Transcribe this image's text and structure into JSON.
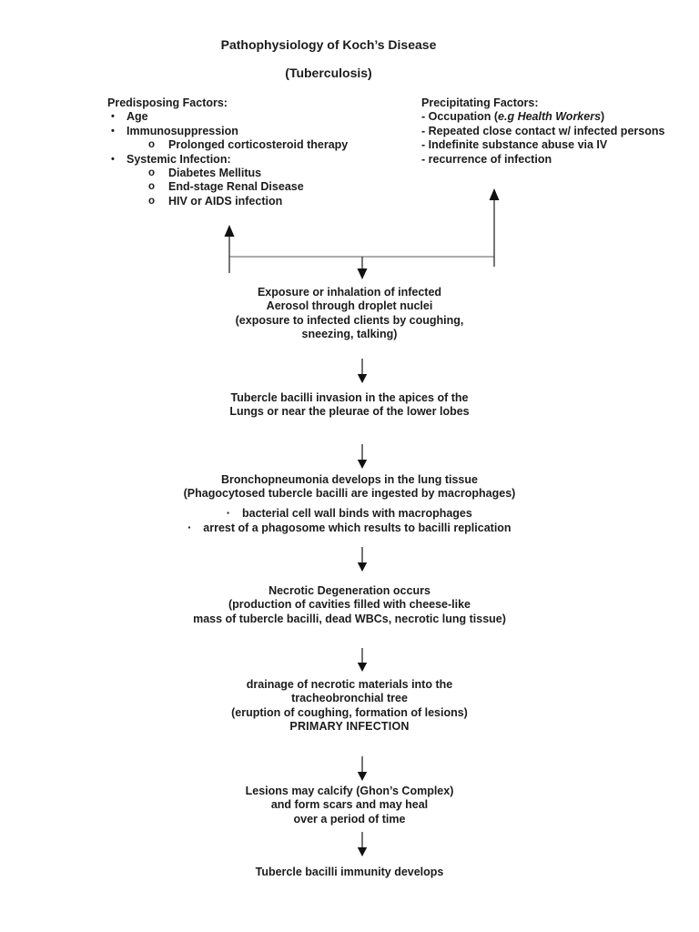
{
  "title": {
    "line1": "Pathophysiology of Koch’s Disease",
    "line2": "(Tuberculosis)"
  },
  "bullets": {
    "level1": "•",
    "level2": "o",
    "square": "▪"
  },
  "predisposing": {
    "heading": "Predisposing Factors:",
    "items": [
      {
        "text": "Age"
      },
      {
        "text": "Immunosuppression"
      },
      {
        "text": "Prolonged corticosteroid therapy"
      },
      {
        "text": "Systemic Infection:"
      },
      {
        "text": "Diabetes Mellitus"
      },
      {
        "text": "End-stage Renal Disease"
      },
      {
        "text": "HIV or AIDS infection"
      }
    ]
  },
  "precipitating": {
    "heading": "Precipitating Factors:",
    "occupation": {
      "pre": "- Occupation (",
      "italic": "e.g Health Workers",
      "post": ")"
    },
    "items": [
      "- Repeated close contact w/ infected persons",
      "- Indefinite substance abuse via IV",
      "- recurrence of infection"
    ]
  },
  "flow": {
    "exposure": [
      "Exposure or inhalation of infected",
      "Aerosol through droplet nuclei",
      "(exposure to infected clients by coughing,",
      "sneezing, talking)"
    ],
    "invasion": [
      "Tubercle bacilli invasion in the apices of the",
      "Lungs or near the pleurae of the lower lobes"
    ],
    "bronchopneumonia": [
      "Bronchopneumonia develops in the lung tissue",
      "(Phagocytosed tubercle bacilli are ingested by macrophages)"
    ],
    "macrophage_bullets": [
      "bacterial cell wall binds with macrophages",
      "arrest of a phagosome which results to bacilli replication"
    ],
    "necrotic": [
      "Necrotic Degeneration occurs",
      "(production of cavities filled with cheese-like",
      "mass of tubercle bacilli, dead WBCs, necrotic lung tissue)"
    ],
    "drainage": [
      "drainage of necrotic materials into the",
      "tracheobronchial tree",
      "(eruption of coughing, formation of lesions)"
    ],
    "primary_infection": "PRIMARY INFECTION",
    "lesions": [
      "Lesions may calcify (Ghon’s Complex)",
      "and form scars and may heal",
      "over a period of time"
    ],
    "immunity": "Tubercle bacilli immunity develops"
  },
  "colors": {
    "text": "#1c1c1c",
    "connector_horizontal": "#909090",
    "connector_vertical": "#3a3a3a",
    "arrowhead": "#111111"
  }
}
